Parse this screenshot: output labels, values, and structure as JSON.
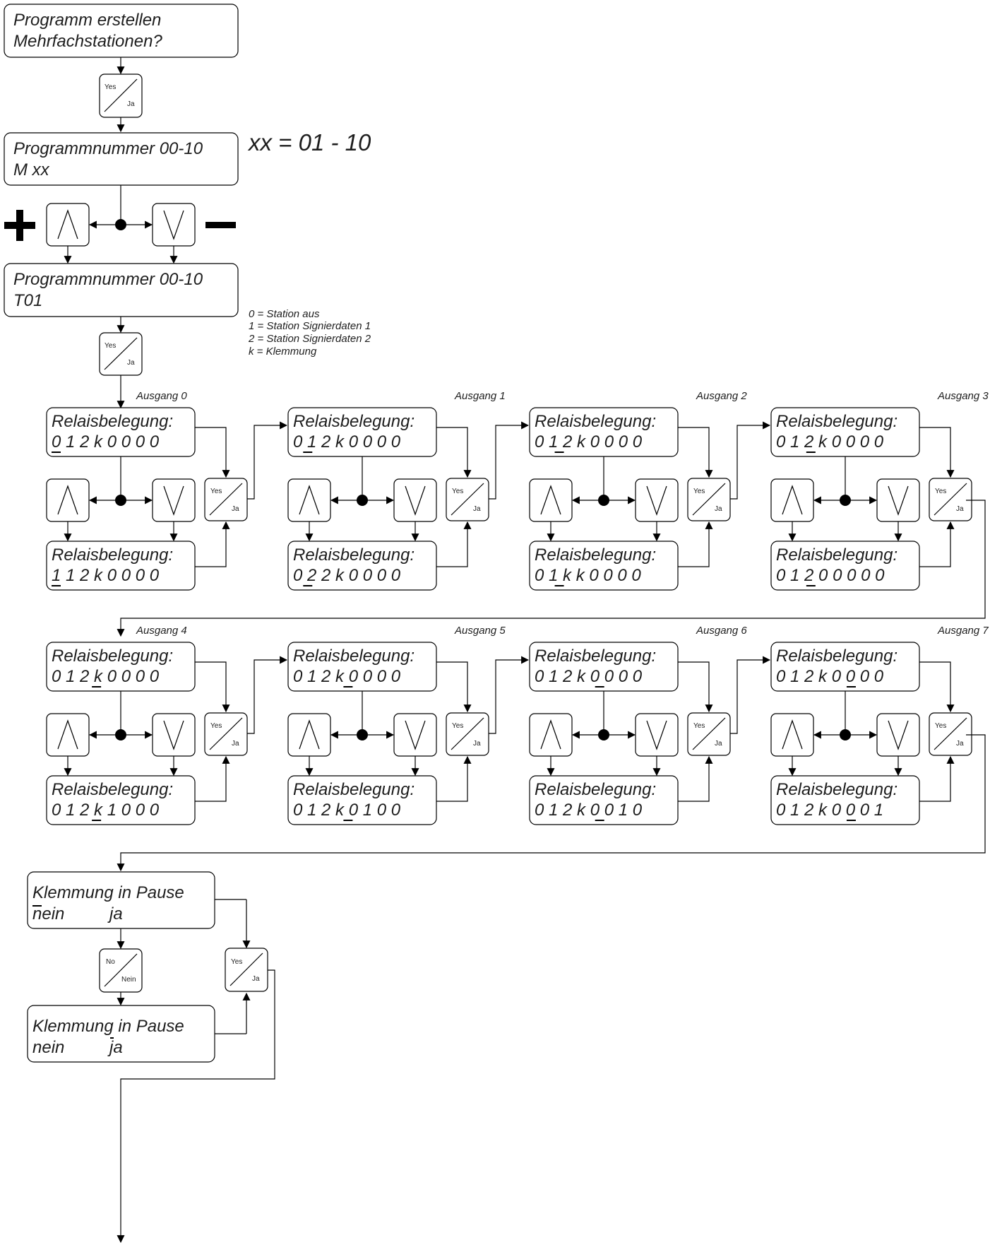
{
  "intro": {
    "box1": [
      "Programm erstellen",
      "Mehrfachstationen?"
    ],
    "box2": [
      "Programmnummer 00-10",
      "M xx"
    ],
    "box2_note": "xx = 01 - 10",
    "box3": [
      "Programmnummer 00-10",
      "T01"
    ],
    "legend": [
      "0 = Station aus",
      "1 = Station Signierdaten 1",
      "2 = Station Signierdaten 2",
      "k = Klemmung"
    ]
  },
  "keys": {
    "yes": "Yes",
    "ja": "Ja",
    "no": "No",
    "nein": "Nein"
  },
  "relais": {
    "title": "Relaisbelegung:",
    "outputs": [
      {
        "label": "Ausgang 0",
        "top": "0 1 2 k 0 0 0 0",
        "bottom": "1 1 2 k 0 0 0 0"
      },
      {
        "label": "Ausgang 1",
        "top": "0 1 2 k 0 0 0 0",
        "bottom": "0 2 2 k 0 0 0 0"
      },
      {
        "label": "Ausgang 2",
        "top": "0 1 2 k 0 0 0 0",
        "bottom": "0 1 k k 0 0 0 0"
      },
      {
        "label": "Ausgang 3",
        "top": "0 1 2 k 0 0 0 0",
        "bottom": "0 1 2 0 0 0 0 0"
      },
      {
        "label": "Ausgang 4",
        "top": "0 1 2 k 0 0 0 0",
        "bottom": "0 1 2 k 1 0 0 0"
      },
      {
        "label": "Ausgang 5",
        "top": "0 1 2 k 0 0 0 0",
        "bottom": "0 1 2 k 0 1 0 0"
      },
      {
        "label": "Ausgang 6",
        "top": "0 1 2 k 0 0 0 0",
        "bottom": "0 1 2 k 0 0 1 0"
      },
      {
        "label": "Ausgang 7",
        "top": "0 1 2 k 0 0 0 0",
        "bottom": "0 1 2 k 0 0 0 1"
      }
    ]
  },
  "klemmung": {
    "title": "Klemmung in Pause",
    "nein": "nein",
    "ja": "ja"
  }
}
